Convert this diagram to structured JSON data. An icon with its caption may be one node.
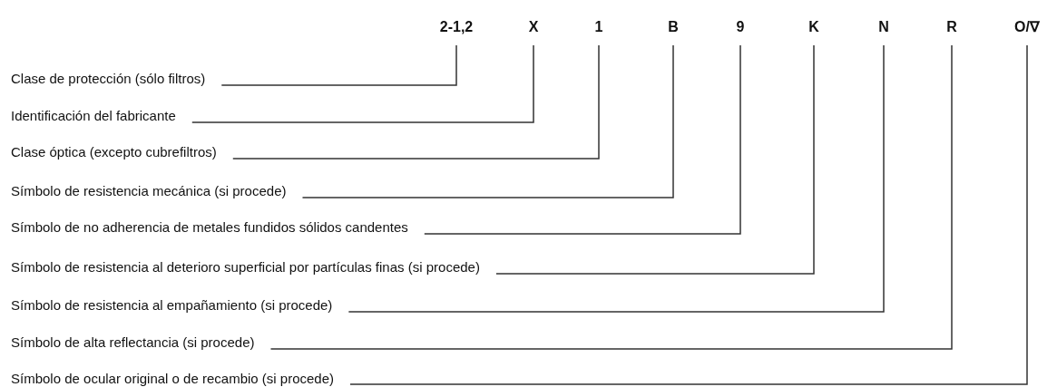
{
  "diagram": {
    "nodes": [
      {
        "text": [
          "2-1,2"
        ]
      },
      {
        "text": [
          "X"
        ]
      },
      {
        "text": [
          "1"
        ]
      },
      {
        "text": [
          "B"
        ]
      },
      {
        "text": [
          "9"
        ]
      },
      {
        "text": [
          "K"
        ]
      },
      {
        "text": [
          "N"
        ]
      },
      {
        "text": [
          "R"
        ]
      },
      {
        "text": [
          "O/∇"
        ]
      },
      {
        "text": [
          "Clase de protección (sólo filtros)"
        ]
      },
      {
        "text": [
          "Identificación del fabricante"
        ]
      },
      {
        "text": [
          "Clase óptica (excepto cubrefiltros)"
        ]
      },
      {
        "text": [
          "Símbolo de resistencia mecánica (si procede)"
        ]
      },
      {
        "text": [
          "Símbolo de no adherencia de metales fundidos sólidos candentes"
        ]
      },
      {
        "text": [
          "Símbolo de resistencia al deterioro superficial por partículas finas (si procede)"
        ]
      },
      {
        "text": [
          "Símbolo de resistencia al empañamiento (si procede)"
        ]
      },
      {
        "text": [
          "Símbolo de alta reflectancia (si procede)"
        ]
      },
      {
        "text": [
          "Símbolo de ocular original o de recambio (si procede)"
        ]
      }
    ],
    "edges": [
      {
        "from": 9,
        "to": 0,
        "arrow": "none"
      },
      {
        "from": 10,
        "to": 1,
        "arrow": "none"
      },
      {
        "from": 11,
        "to": 2,
        "arrow": "none"
      },
      {
        "from": 12,
        "to": 3,
        "arrow": "none"
      },
      {
        "from": 13,
        "to": 4,
        "arrow": "none"
      },
      {
        "from": 14,
        "to": 5,
        "arrow": "none"
      },
      {
        "from": 15,
        "to": 6,
        "arrow": "none"
      },
      {
        "from": 16,
        "to": 7,
        "arrow": "none"
      },
      {
        "from": 17,
        "to": 8,
        "arrow": "none"
      }
    ]
  }
}
